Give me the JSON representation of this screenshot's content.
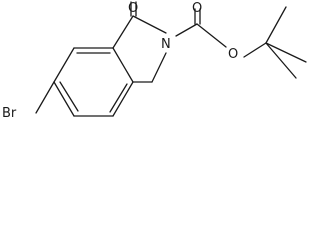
{
  "molecule": {
    "atoms": {
      "carbonyl_oxygen": "O",
      "ring_nitrogen": "N",
      "ester_carbonyl_oxygen": "O",
      "ester_oxygen": "O",
      "bromine": "Br"
    }
  }
}
